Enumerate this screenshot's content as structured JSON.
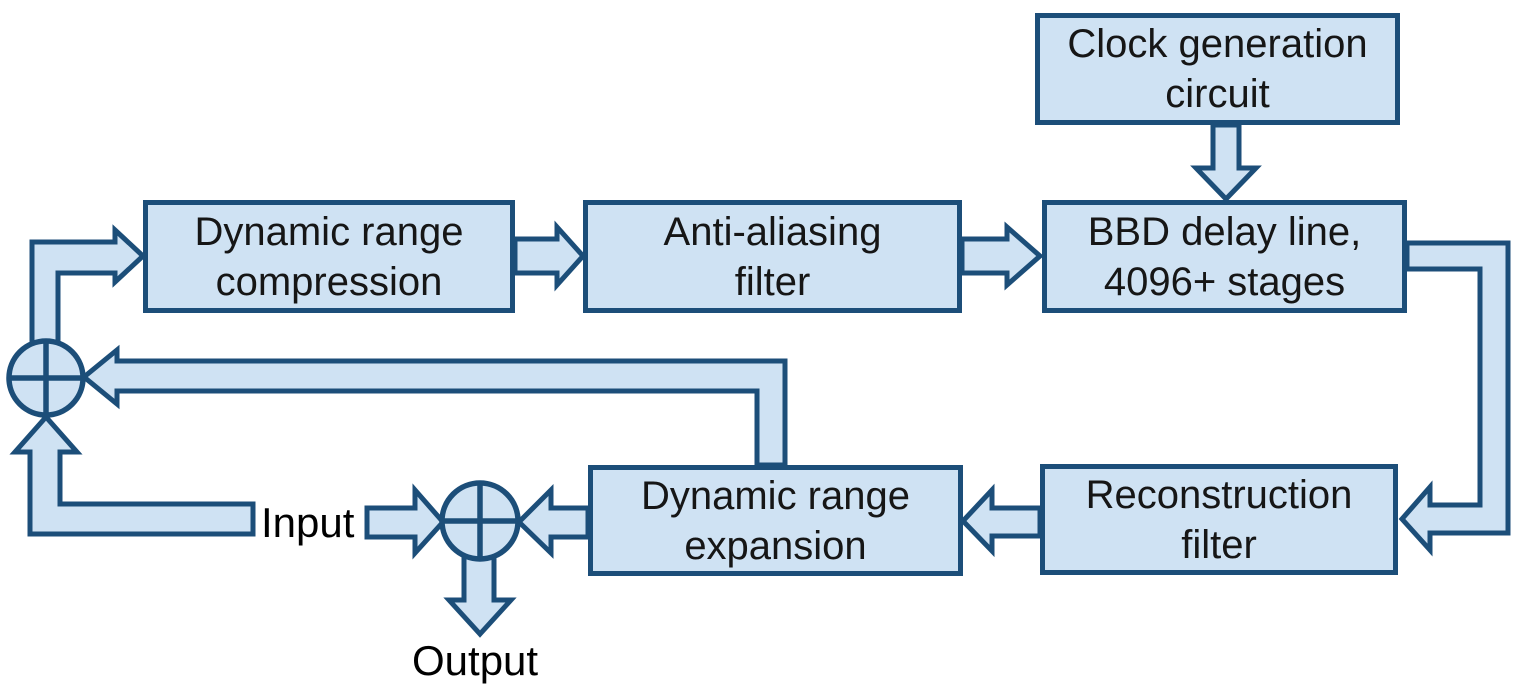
{
  "colors": {
    "background": "#ffffff",
    "box_fill": "#cfe2f3",
    "box_border": "#1c4e79",
    "arrow_fill": "#cfe2f3",
    "text": "#161616"
  },
  "diagram": {
    "boxes": [
      {
        "id": "clock",
        "line1": "Clock generation",
        "line2": "circuit"
      },
      {
        "id": "compression",
        "line1": "Dynamic range",
        "line2": "compression"
      },
      {
        "id": "antialiasing",
        "line1": "Anti-aliasing",
        "line2": "filter"
      },
      {
        "id": "bbd",
        "line1": "BBD delay line,",
        "line2": "4096+ stages"
      },
      {
        "id": "reconstruction",
        "line1": "Reconstruction",
        "line2": "filter"
      },
      {
        "id": "expansion",
        "line1": "Dynamic range",
        "line2": "expansion"
      }
    ],
    "labels": {
      "input": "Input",
      "output": "Output"
    }
  }
}
